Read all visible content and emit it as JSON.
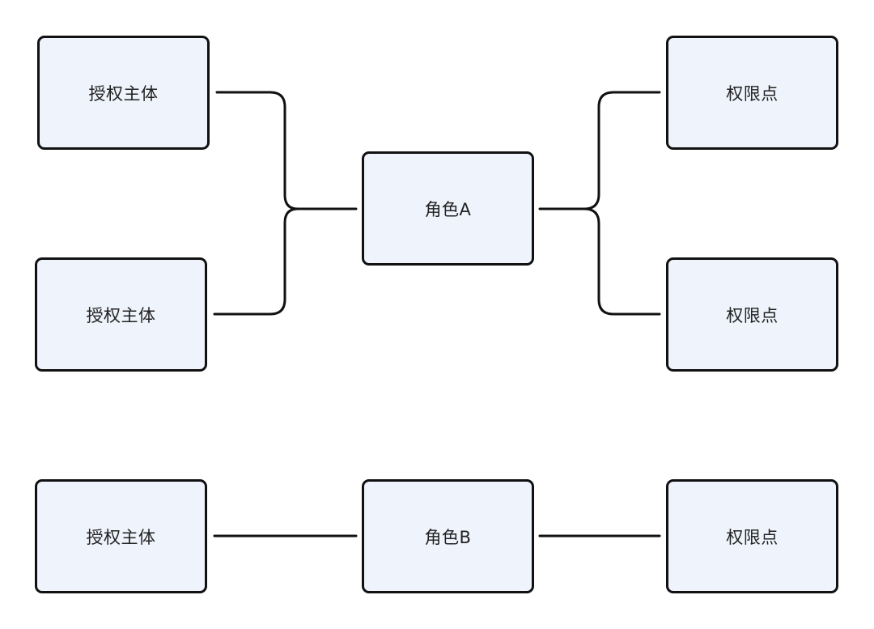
{
  "diagram": {
    "top_group": {
      "subjects": [
        {
          "label": "授权主体"
        },
        {
          "label": "授权主体"
        }
      ],
      "role": {
        "label": "角色A"
      },
      "permissions": [
        {
          "label": "权限点"
        },
        {
          "label": "权限点"
        }
      ]
    },
    "bottom_group": {
      "subject": {
        "label": "授权主体"
      },
      "role": {
        "label": "角色B"
      },
      "permission": {
        "label": "权限点"
      }
    },
    "colors": {
      "node_fill": "#eff3fb",
      "stroke": "#111111",
      "text": "#222222"
    }
  }
}
